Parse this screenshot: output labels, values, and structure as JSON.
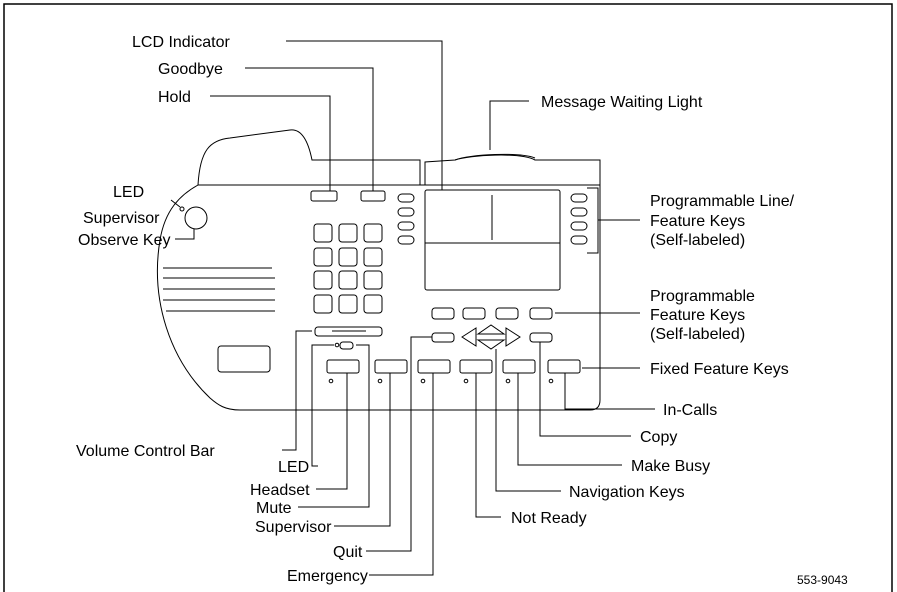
{
  "figure_id": "553-9043",
  "callouts": {
    "lcd_indicator": "LCD Indicator",
    "goodbye": "Goodbye",
    "hold": "Hold",
    "message_waiting_light": "Message Waiting Light",
    "led_top": "LED",
    "supervisor_observe_1": "Supervisor",
    "supervisor_observe_2": "Observe Key",
    "prog_line_1": "Programmable Line/",
    "prog_line_2": "Feature Keys",
    "prog_line_3": "(Self-labeled)",
    "prog_feature_1": "Programmable",
    "prog_feature_2": "Feature Keys",
    "prog_feature_3": "(Self-labeled)",
    "fixed_feature_keys": "Fixed Feature Keys",
    "in_calls": "In-Calls",
    "copy": "Copy",
    "make_busy": "Make Busy",
    "navigation_keys": "Navigation Keys",
    "not_ready": "Not Ready",
    "volume_control_bar": "Volume Control Bar",
    "led_bottom": "LED",
    "headset": "Headset",
    "mute": "Mute",
    "supervisor": "Supervisor",
    "quit": "Quit",
    "emergency": "Emergency"
  }
}
